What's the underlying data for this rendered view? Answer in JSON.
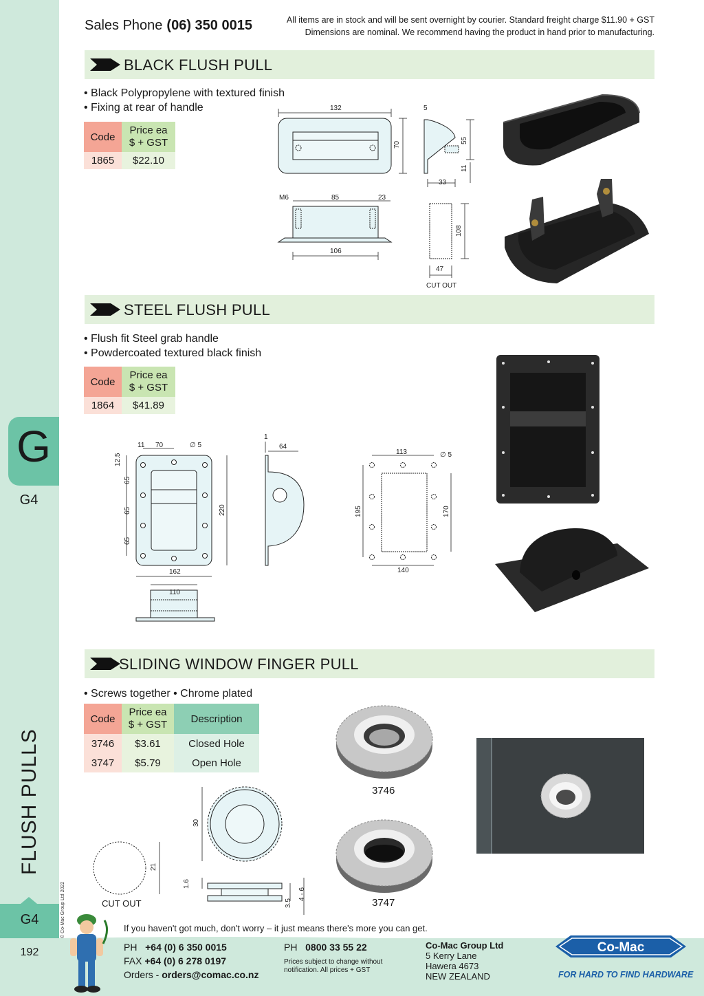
{
  "header": {
    "sales_label": "Sales Phone",
    "sales_phone": "(06) 350 0015",
    "notice_line1": "All items are in stock and will be sent overnight by courier. Standard freight charge $11.90 + GST",
    "notice_line2": "Dimensions are nominal. We recommend having the product in hand prior to manufacturing."
  },
  "side": {
    "tab_letter": "G",
    "page_code_top": "G4",
    "section_title": "FLUSH PULLS",
    "copyright": "© Co-Mac Group Ltd 2022",
    "page_code_bottom": "G4",
    "page_number": "192"
  },
  "sections": [
    {
      "title": "BLACK FLUSH PULL",
      "bullets": [
        "• Black Polypropylene with textured finish",
        "• Fixing at rear of handle"
      ],
      "table": {
        "headers": [
          "Code",
          "Price ea\n$ + GST"
        ],
        "rows": [
          [
            "1865",
            "$22.10"
          ]
        ]
      },
      "dims": {
        "top_w": "132",
        "top_h": "70",
        "side_t": "5",
        "side_h": "55",
        "side_b": "11",
        "side_d": "33",
        "m6": "M6",
        "hole_span": "85",
        "end": "23",
        "base_w": "106",
        "cut_h": "108",
        "cut_w": "47",
        "cut_label": "CUT OUT"
      }
    },
    {
      "title": "STEEL FLUSH PULL",
      "bullets": [
        "• Flush fit Steel grab handle",
        "• Powdercoated textured black finish"
      ],
      "table": {
        "headers": [
          "Code",
          "Price ea\n$ + GST"
        ],
        "rows": [
          [
            "1864",
            "$41.89"
          ]
        ]
      },
      "dims": {
        "d11": "11",
        "d70": "70",
        "hole": "∅ 5",
        "d12": "12.5",
        "d65a": "65",
        "d65b": "65",
        "d65c": "65",
        "d220": "220",
        "d162": "162",
        "d1": "1",
        "d64": "64",
        "d110": "110",
        "d113": "113",
        "hole2": "∅ 5",
        "d195": "195",
        "d170": "170",
        "d140": "140"
      }
    },
    {
      "title": "SLIDING WINDOW FINGER PULL",
      "bullets": [
        "• Screws together • Chrome plated"
      ],
      "table": {
        "headers": [
          "Code",
          "Price ea\n$ + GST",
          "Description"
        ],
        "rows": [
          [
            "3746",
            "$3.61",
            "Closed Hole"
          ],
          [
            "3747",
            "$5.79",
            "Open Hole"
          ]
        ]
      },
      "dims": {
        "d30": "30",
        "d21": "21",
        "cut_label": "CUT OUT",
        "d16": "1.6",
        "d35": "3.5",
        "d46": "4 - 6"
      },
      "captions": [
        "3746",
        "3747"
      ]
    }
  ],
  "footer": {
    "tagline": "If you haven't got much, don't worry – it just means there's more you can get.",
    "ph_label": "PH",
    "ph": "+64 (0) 6 350 0015",
    "fax_label": "FAX",
    "fax": "+64 (0) 6 278 0197",
    "orders_label": "Orders -",
    "orders": "orders@comac.co.nz",
    "ph2_label": "PH",
    "ph2": "0800 33 55 22",
    "disclaimer1": "Prices subject to change without",
    "disclaimer2": "notification. All prices + GST",
    "company": "Co-Mac Group Ltd",
    "addr1": "5 Kerry Lane",
    "addr2": "Hawera 4673",
    "addr3": "NEW ZEALAND",
    "logo": "Co-Mac",
    "slogan": "FOR HARD TO FIND HARDWARE"
  },
  "colors": {
    "side_band": "#cfe9dc",
    "tab_green": "#6cc3a6",
    "section_bar": "#e2f0dc",
    "code_header": "#f4a595",
    "price_header": "#c9e5b2",
    "desc_header": "#8dcfb4",
    "logo_blue": "#1b5fa8"
  }
}
